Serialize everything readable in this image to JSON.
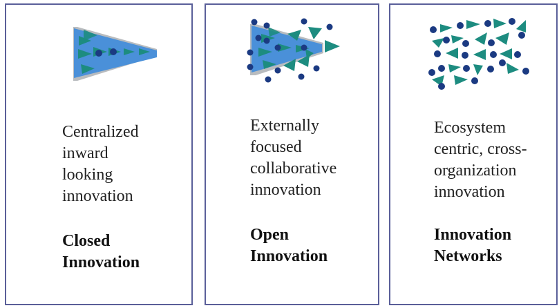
{
  "colors": {
    "border": "#5a5f99",
    "funnel_blue": "#4a90d9",
    "funnel_gray": "#b9bcbf",
    "arrow_teal": "#1d8c80",
    "dot_navy": "#1b3a82"
  },
  "panels": [
    {
      "id": "closed",
      "icon": "converging-funnel-icon",
      "description_lines": [
        "Centralized",
        "inward",
        "looking",
        "innovation"
      ],
      "name_lines": [
        "Closed",
        "Innovation"
      ]
    },
    {
      "id": "open",
      "icon": "open-funnel-icon",
      "description_lines": [
        "Externally",
        "focused",
        "collaborative",
        "innovation"
      ],
      "name_lines": [
        "Open",
        "Innovation"
      ]
    },
    {
      "id": "networks",
      "icon": "network-scatter-icon",
      "description_lines": [
        "Ecosystem",
        "centric, cross-",
        "organization",
        "innovation"
      ],
      "name_lines": [
        "Innovation",
        "Networks"
      ]
    }
  ]
}
